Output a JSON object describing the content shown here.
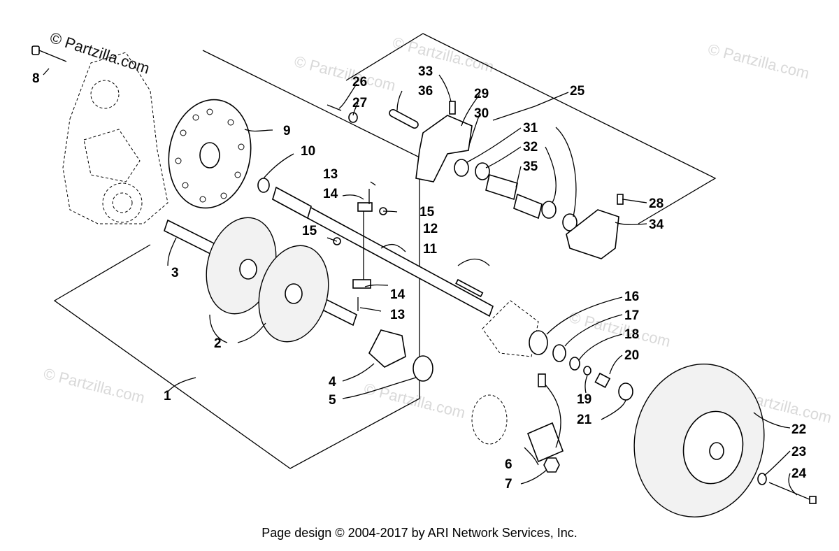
{
  "copyright_brand": "© Partzilla.com",
  "watermarks": [
    "© Partzilla.com",
    "© Partzilla.com",
    "© Partzilla.com",
    "© Partzilla.com",
    "© Partzilla.com",
    "© Partzilla.com",
    "© Partzilla.com"
  ],
  "footer": "Page design © 2004-2017 by ARI Network Services, Inc.",
  "callouts": [
    "1",
    "2",
    "3",
    "4",
    "5",
    "6",
    "7",
    "8",
    "9",
    "10",
    "11",
    "12",
    "13",
    "13",
    "14",
    "14",
    "15",
    "15",
    "16",
    "17",
    "18",
    "19",
    "20",
    "21",
    "22",
    "23",
    "24",
    "25",
    "26",
    "27",
    "28",
    "29",
    "30",
    "31",
    "32",
    "33",
    "34",
    "35",
    "36"
  ]
}
